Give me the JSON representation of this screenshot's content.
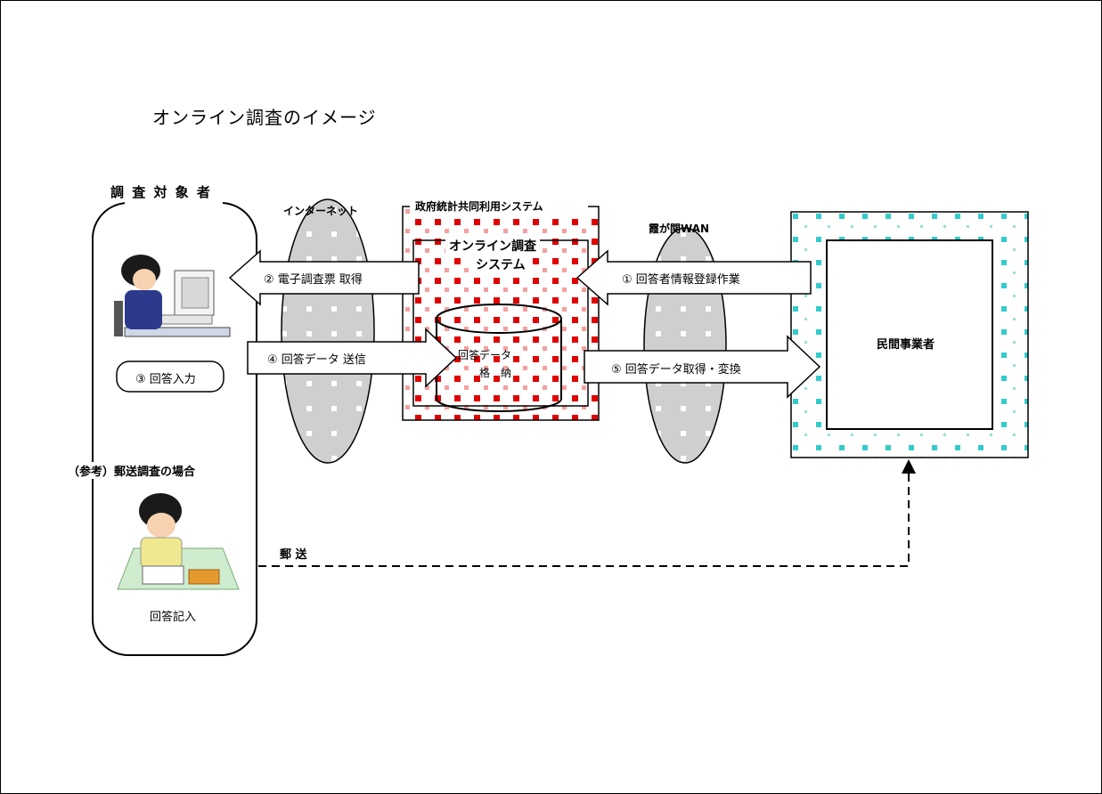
{
  "title": "オンライン調査のイメージ",
  "respondent": {
    "heading": "調 査 対 象 者",
    "input_label": "③ 回答入力",
    "postal_heading": "（参考）郵送調査の場合",
    "postal_caption": "回答記入"
  },
  "network": {
    "internet": "インターネット",
    "kasumigaseki_wan": "霞が関WAN"
  },
  "system": {
    "shared_system": "政府統計共同利用システム",
    "online_system_line1": "オンライン調査",
    "online_system_line2": "システム",
    "db_line1": "回答データ",
    "db_line2": "格　納"
  },
  "business": {
    "label": "民間事業者"
  },
  "arrows": {
    "step1": "① 回答者情報登録作業",
    "step2": "② 電子調査票 取得",
    "step4": "④ 回答データ 送信",
    "step5": "⑤ 回答データ取得・変換",
    "postal": "郵 送"
  },
  "colors": {
    "red_dots": "#e00000",
    "cyan_dots": "#33cccc",
    "ellipse_fill": "#c8c8c8"
  }
}
